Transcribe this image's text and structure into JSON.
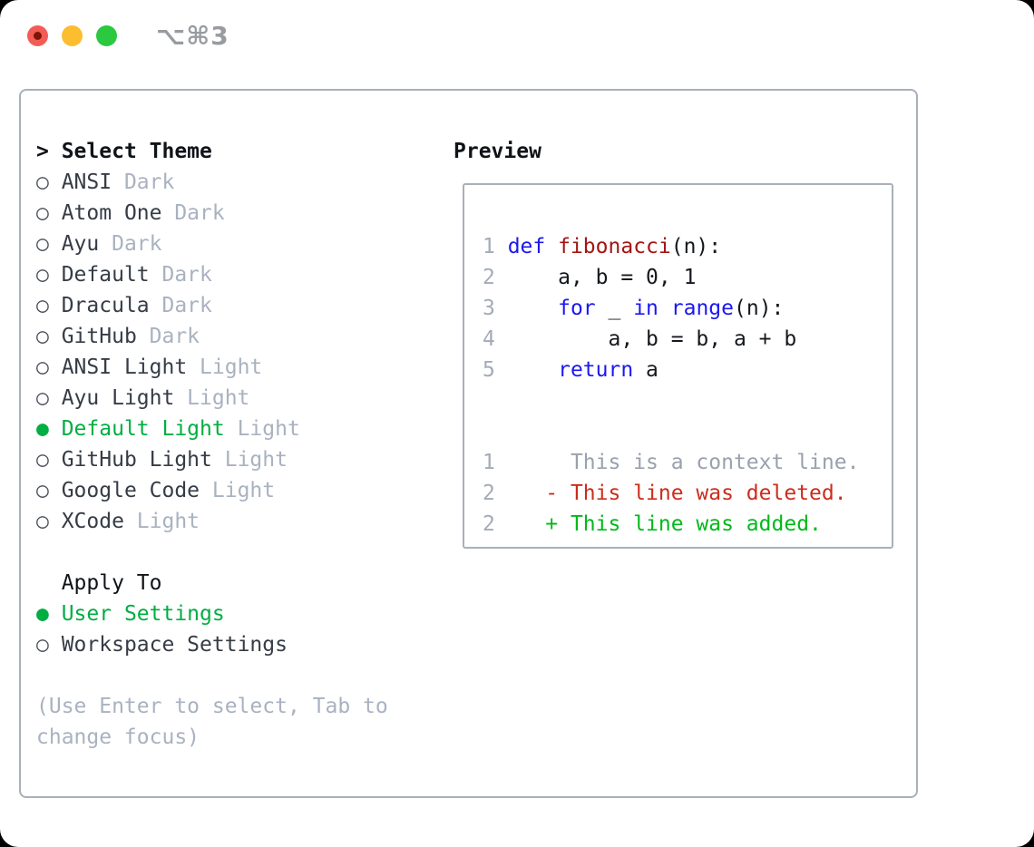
{
  "titlebar": {
    "shortcut": "⌥⌘3",
    "traffic_lights": [
      "close",
      "minimize",
      "zoom"
    ]
  },
  "colors": {
    "selection_green": "#00ae42",
    "added_green": "#00b919",
    "deleted_red": "#cb2d1c",
    "keyword_blue": "#1b18f0",
    "function_red": "#a31515",
    "muted_gray": "#a9b2c0",
    "panel_border": "#a9b0ba",
    "traffic_red": "#f25c54",
    "traffic_yellow": "#fcbd2f",
    "traffic_green": "#2bc840"
  },
  "radio": {
    "selected_glyph": "●",
    "unselected_glyph": "○"
  },
  "theme_list": {
    "prompt_marker": ">",
    "title": "Select Theme",
    "items": [
      {
        "name": "ANSI",
        "tag": "Dark",
        "selected": false
      },
      {
        "name": "Atom One",
        "tag": "Dark",
        "selected": false
      },
      {
        "name": "Ayu",
        "tag": "Dark",
        "selected": false
      },
      {
        "name": "Default",
        "tag": "Dark",
        "selected": false
      },
      {
        "name": "Dracula",
        "tag": "Dark",
        "selected": false
      },
      {
        "name": "GitHub",
        "tag": "Dark",
        "selected": false
      },
      {
        "name": "ANSI Light",
        "tag": "Light",
        "selected": false
      },
      {
        "name": "Ayu Light",
        "tag": "Light",
        "selected": false
      },
      {
        "name": "Default Light",
        "tag": "Light",
        "selected": true
      },
      {
        "name": "GitHub Light",
        "tag": "Light",
        "selected": false
      },
      {
        "name": "Google Code",
        "tag": "Light",
        "selected": false
      },
      {
        "name": "XCode",
        "tag": "Light",
        "selected": false
      }
    ]
  },
  "apply_to": {
    "title": "Apply To",
    "options": [
      {
        "name": "User Settings",
        "selected": true
      },
      {
        "name": "Workspace Settings",
        "selected": false
      }
    ]
  },
  "hint_lines": [
    "(Use Enter to select, Tab to",
    "change focus)"
  ],
  "preview": {
    "title": "Preview",
    "lines": [
      {
        "segments": [
          {
            "text": "1 ",
            "style": "ln"
          },
          {
            "text": "def",
            "style": "kw"
          },
          {
            "text": " ",
            "style": "plain"
          },
          {
            "text": "fibonacci",
            "style": "fn"
          },
          {
            "text": "(n):",
            "style": "plain"
          }
        ]
      },
      {
        "segments": [
          {
            "text": "2",
            "style": "ln"
          },
          {
            "text": "     a, b = 0, 1",
            "style": "plain"
          }
        ]
      },
      {
        "segments": [
          {
            "text": "3",
            "style": "ln"
          },
          {
            "text": "     ",
            "style": "plain"
          },
          {
            "text": "for",
            "style": "kw"
          },
          {
            "text": " _ ",
            "style": "plain"
          },
          {
            "text": "in",
            "style": "kw"
          },
          {
            "text": " ",
            "style": "plain"
          },
          {
            "text": "range",
            "style": "kw"
          },
          {
            "text": "(n):",
            "style": "plain"
          }
        ]
      },
      {
        "segments": [
          {
            "text": "4",
            "style": "ln"
          },
          {
            "text": "         a, b = b, a + b",
            "style": "plain"
          }
        ]
      },
      {
        "segments": [
          {
            "text": "5",
            "style": "ln"
          },
          {
            "text": "     ",
            "style": "plain"
          },
          {
            "text": "return",
            "style": "kw"
          },
          {
            "text": " a",
            "style": "plain"
          }
        ]
      },
      {
        "segments": []
      },
      {
        "segments": []
      },
      {
        "segments": [
          {
            "text": "1",
            "style": "ln"
          },
          {
            "text": "      This is a context line.",
            "style": "ctx"
          }
        ]
      },
      {
        "segments": [
          {
            "text": "2",
            "style": "ln"
          },
          {
            "text": "    ",
            "style": "plain"
          },
          {
            "text": "- This line was deleted.",
            "style": "del"
          }
        ]
      },
      {
        "segments": [
          {
            "text": "2",
            "style": "ln"
          },
          {
            "text": "    ",
            "style": "plain"
          },
          {
            "text": "+ This line was added.",
            "style": "add"
          }
        ]
      }
    ]
  }
}
